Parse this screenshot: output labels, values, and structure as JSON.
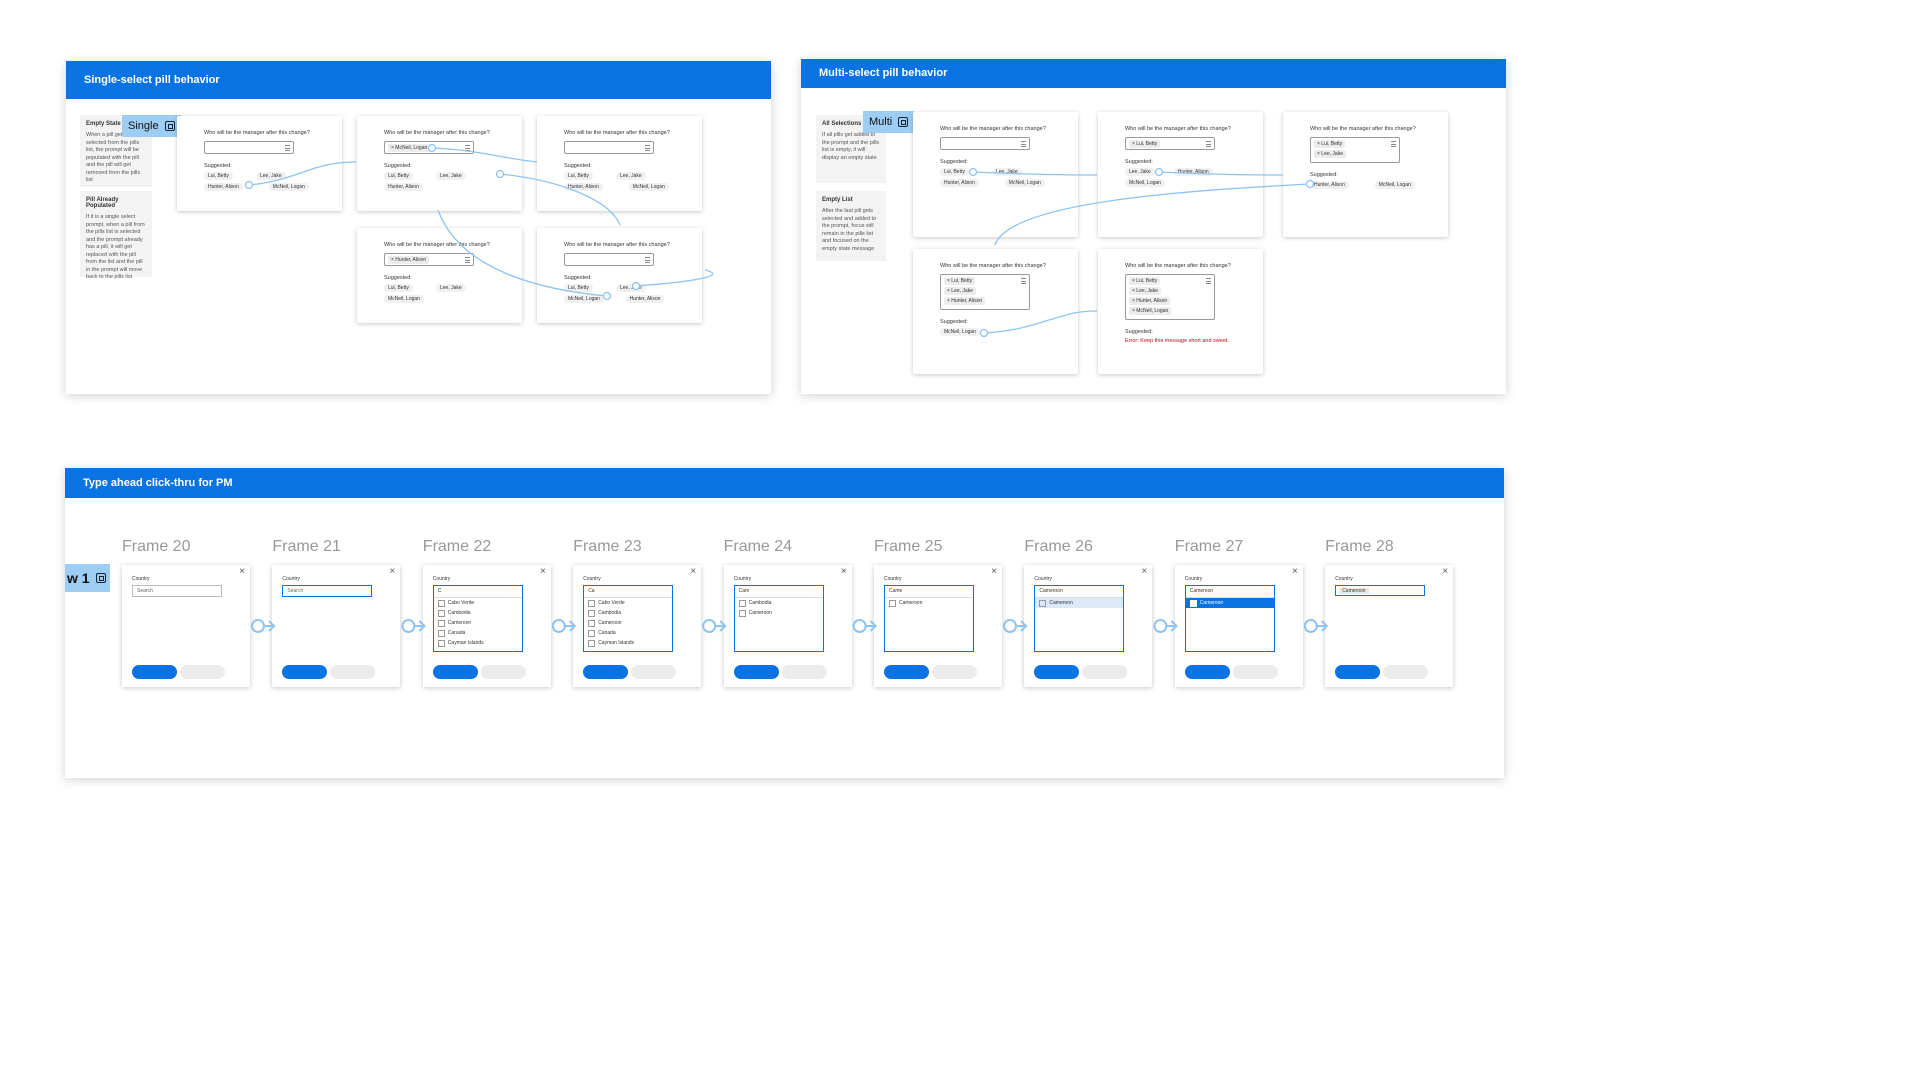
{
  "single": {
    "header": "Single-select pill behavior",
    "tag": "Single",
    "notes": [
      {
        "title": "Empty State",
        "body": "When a pill gets selected from the pills list, the prompt will be populated with the pill and the pill will get removed from the pills list"
      },
      {
        "title": "Pill Already Populated",
        "body": "If it is a single select prompt, when a pill from the pills list is selected and the prompt already has a pill, it will get replaced with the pill from the list and the pill in the prompt will move back to the pills list"
      }
    ],
    "question": "Who will be the manager after this change?",
    "suggested": "Suggested:",
    "cards": [
      {
        "input": [],
        "pills": [
          "Lui, Betty",
          "Lee, Jake",
          "Hunter, Alison",
          "McNeil, Logan"
        ]
      },
      {
        "input": [
          "McNeil, Logan"
        ],
        "pills": [
          "Lui, Betty",
          "Lee, Jake",
          "Hunter, Alison"
        ]
      },
      {
        "input": [],
        "pills": [
          "Lui, Betty",
          "Lee, Jake",
          "Hunter, Alison",
          "McNeil, Logan"
        ]
      },
      {
        "input": [
          "Hunter, Alison"
        ],
        "pills": [
          "Lui, Betty",
          "Lee, Jake",
          "McNeil, Logan"
        ]
      },
      {
        "input": [],
        "pills": [
          "Lui, Betty",
          "Lee, Jake",
          "McNeil, Logan",
          "Hunter, Alison"
        ]
      }
    ]
  },
  "multi": {
    "header": "Multi-select pill behavior",
    "tag": "Multi",
    "notes": [
      {
        "title": "All Selections Ma",
        "body": "If all pills get added to the prompt and the pills list is empty, it will display an empty state"
      },
      {
        "title": "Empty List",
        "body": "After the last pill gets selected and added to the prompt, focus will remain in the pills list and focused on the empty state message"
      }
    ],
    "question": "Who will be the manager after this change?",
    "suggested": "Suggested:",
    "error": "Error: Keep this message short and sweet.",
    "cards": [
      {
        "input": [],
        "pills": [
          "Lui, Betty",
          "Lee, Jake",
          "Hunter, Alison",
          "McNeil, Logan"
        ]
      },
      {
        "input": [
          "Lui, Betty"
        ],
        "pills": [
          "Lee, Jake",
          "Hunter, Alison",
          "McNeil, Logan"
        ]
      },
      {
        "input": [
          "Lui, Betty",
          "Lee, Jake"
        ],
        "pills": [
          "Hunter, Alison",
          "McNeil, Logan"
        ]
      },
      {
        "input": [
          "Lui, Betty",
          "Lee, Jake",
          "Hunter, Alison"
        ],
        "pills": [
          "McNeil, Logan"
        ]
      },
      {
        "input": [
          "Lui, Betty",
          "Lee, Jake",
          "Hunter, Alison",
          "McNeil, Logan"
        ],
        "pills": []
      }
    ]
  },
  "typeahead": {
    "header": "Type ahead click-thru for PM",
    "tag": "w 1",
    "country_label": "Country",
    "frames": [
      {
        "label": "Frame 20",
        "mode": "input",
        "text": "Search",
        "focus": false
      },
      {
        "label": "Frame 21",
        "mode": "input",
        "text": "Search",
        "focus": true
      },
      {
        "label": "Frame 22",
        "mode": "dropdown",
        "text": "C",
        "options": [
          "Cabo Verde",
          "Cambodia",
          "Cameroon",
          "Canada",
          "Cayman Islands"
        ]
      },
      {
        "label": "Frame 23",
        "mode": "dropdown",
        "text": "Ca",
        "options": [
          "Cabo Verde",
          "Cambodia",
          "Cameroon",
          "Canada",
          "Cayman Islands"
        ]
      },
      {
        "label": "Frame 24",
        "mode": "dropdown",
        "text": "Cam",
        "options": [
          "Cambodia",
          "Cameroon"
        ]
      },
      {
        "label": "Frame 25",
        "mode": "dropdown",
        "text": "Came",
        "options": [
          "Cameroon"
        ]
      },
      {
        "label": "Frame 26",
        "mode": "dropdown",
        "text": "Cameroon",
        "options": [
          "Cameroon"
        ],
        "highlight": true
      },
      {
        "label": "Frame 27",
        "mode": "dropdown",
        "text": "Cameroon",
        "options": [
          "Cameroon"
        ],
        "selected": true
      },
      {
        "label": "Frame 28",
        "mode": "chip",
        "text": "Cameroon"
      }
    ]
  },
  "colors": {
    "accent": "#0a73e4",
    "tag": "#9dcdf3",
    "connector": "#8ec4f2",
    "error": "#d0021b"
  }
}
